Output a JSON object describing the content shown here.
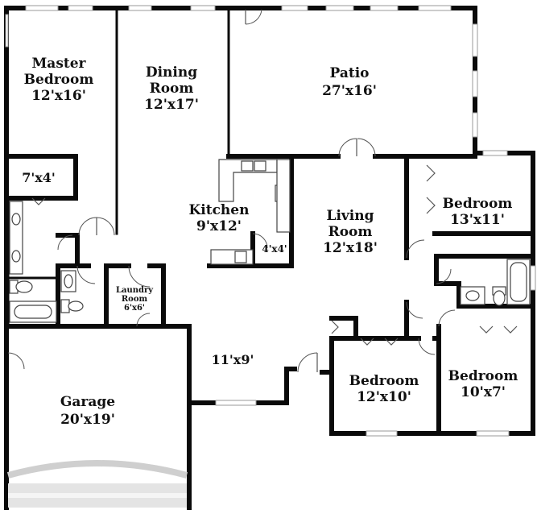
{
  "rooms": {
    "master_bedroom": {
      "name_1": "Master",
      "name_2": "Bedroom",
      "size": "12'x16'"
    },
    "dining_room": {
      "name_1": "Dining",
      "name_2": "Room",
      "size": "12'x17'"
    },
    "patio": {
      "name": "Patio",
      "size": "27'x16'"
    },
    "closet_7x4": {
      "size": "7'x4'"
    },
    "kitchen": {
      "name": "Kitchen",
      "size": "9'x12'"
    },
    "pantry_4x4": {
      "size": "4'x4'"
    },
    "living_room": {
      "name_1": "Living",
      "name_2": "Room",
      "size": "12'x18'"
    },
    "bedroom_13x11": {
      "name": "Bedroom",
      "size": "13'x11'"
    },
    "laundry_room": {
      "name_1": "Laundry",
      "name_2": "Room",
      "size": "6'x6'"
    },
    "hall_11x9": {
      "size": "11'x9'"
    },
    "garage": {
      "name": "Garage",
      "size": "20'x19'"
    },
    "bedroom_12x10": {
      "name": "Bedroom",
      "size": "12'x10'"
    },
    "bedroom_10x7": {
      "name": "Bedroom",
      "size": "10'x7'"
    }
  }
}
